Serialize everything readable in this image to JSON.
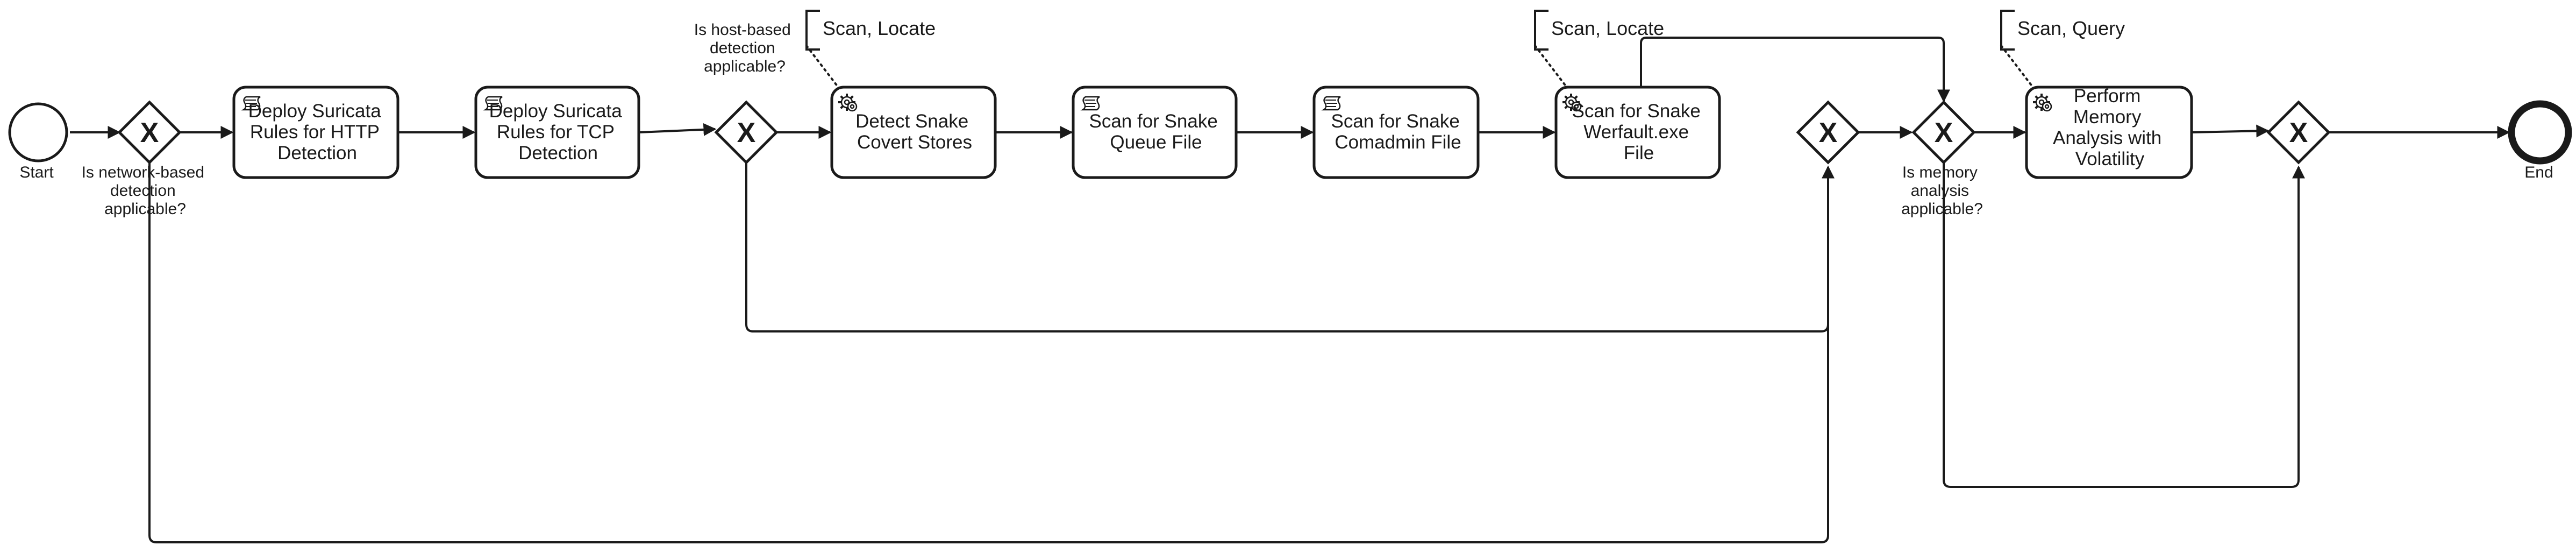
{
  "diagram": {
    "events": {
      "start": "Start",
      "end": "End"
    },
    "gateways": {
      "network_split": [
        "Is network-based",
        "detection",
        "applicable?"
      ],
      "host_split": [
        "Is host-based",
        "detection",
        "applicable?"
      ],
      "memory_split": [
        "Is memory",
        "analysis",
        "applicable?"
      ]
    },
    "tasks": {
      "suricata_http": [
        "Deploy Suricata",
        "Rules for HTTP",
        "Detection"
      ],
      "suricata_tcp": [
        "Deploy Suricata",
        "Rules for TCP",
        "Detection"
      ],
      "covert_stores": [
        "Detect Snake",
        "Covert Stores"
      ],
      "queue_file": [
        "Scan for Snake",
        "Queue File"
      ],
      "comadmin_file": [
        "Scan for Snake",
        "Comadmin File"
      ],
      "werfault_file": [
        "Scan for Snake",
        "Werfault.exe",
        "File"
      ],
      "memory_analysis": [
        "Perform",
        "Memory",
        "Analysis with",
        "Volatility"
      ]
    },
    "annotations": {
      "covert_stores": "Scan, Locate",
      "werfault_file": "Scan, Locate",
      "memory_analysis": "Scan, Query"
    },
    "gateway_marker": "X"
  }
}
